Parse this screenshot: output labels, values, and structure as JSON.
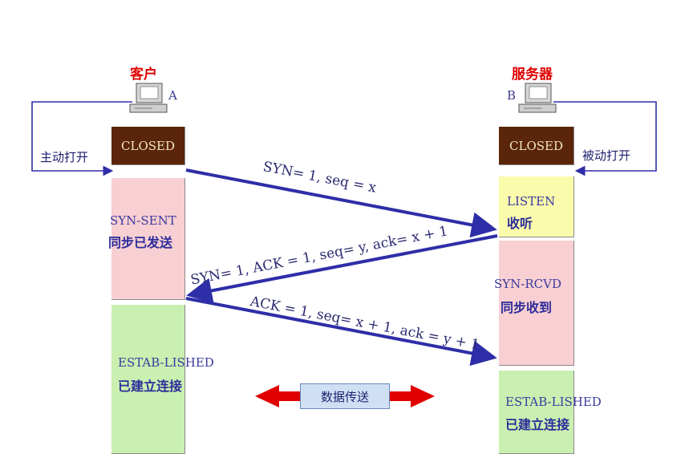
{
  "client": {
    "role": "客户",
    "letter": "A",
    "open_label": "主动打开",
    "states": {
      "closed": "CLOSED",
      "syn_sent_en": "SYN-SENT",
      "syn_sent_cn": "同步已发送",
      "established_en": "ESTAB-LISHED",
      "established_cn": "已建立连接"
    }
  },
  "server": {
    "role": "服务器",
    "letter": "B",
    "open_label": "被动打开",
    "states": {
      "closed": "CLOSED",
      "listen_en": "LISTEN",
      "listen_cn": "收听",
      "syn_rcvd_en": "SYN-RCVD",
      "syn_rcvd_cn": "同步收到",
      "established_en": "ESTAB-LISHED",
      "established_cn": "已建立连接"
    }
  },
  "messages": {
    "m1": "SYN= 1, seq = x",
    "m2": "SYN= 1, ACK = 1, seq= y, ack= x + 1",
    "m3": "ACK = 1, seq= x + 1, ack = y + 1"
  },
  "data_transfer": "数据传送",
  "colors": {
    "arrow": "#2e2ea8",
    "closed_bg": "#5a2508",
    "syn_sent_bg": "#f8cfd2",
    "established_bg": "#c9f0b0",
    "listen_bg": "#fbfbac",
    "data_arrow": "#e00000"
  }
}
